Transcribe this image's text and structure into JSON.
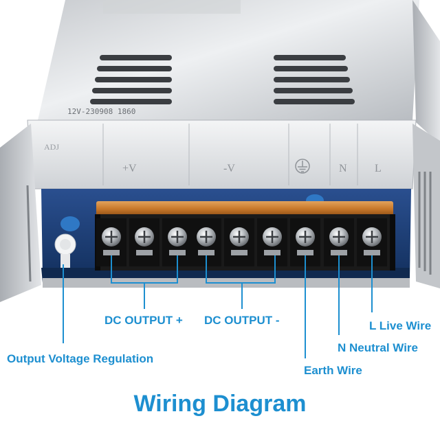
{
  "case": {
    "serial_text": "12V-230908 1860",
    "adj_label": "ADJ",
    "terminal_labels": [
      "+V",
      "-V",
      "⏚",
      "N",
      "L"
    ]
  },
  "labels": {
    "dc_output_plus": "DC OUTPUT +",
    "dc_output_minus": "DC OUTPUT -",
    "live_wire": "L Live Wire",
    "neutral_wire": "N Neutral Wire",
    "earth_wire": "Earth Wire",
    "voltage_regulation": "Output Voltage Regulation"
  },
  "title": "Wiring Diagram",
  "colors": {
    "accent": "#1d8fd0",
    "terminal_block": "#1a1a1a",
    "case_metal": "#d8dadc",
    "pcb": "#1c3f7a",
    "barrier_strip": "#c9792b"
  }
}
